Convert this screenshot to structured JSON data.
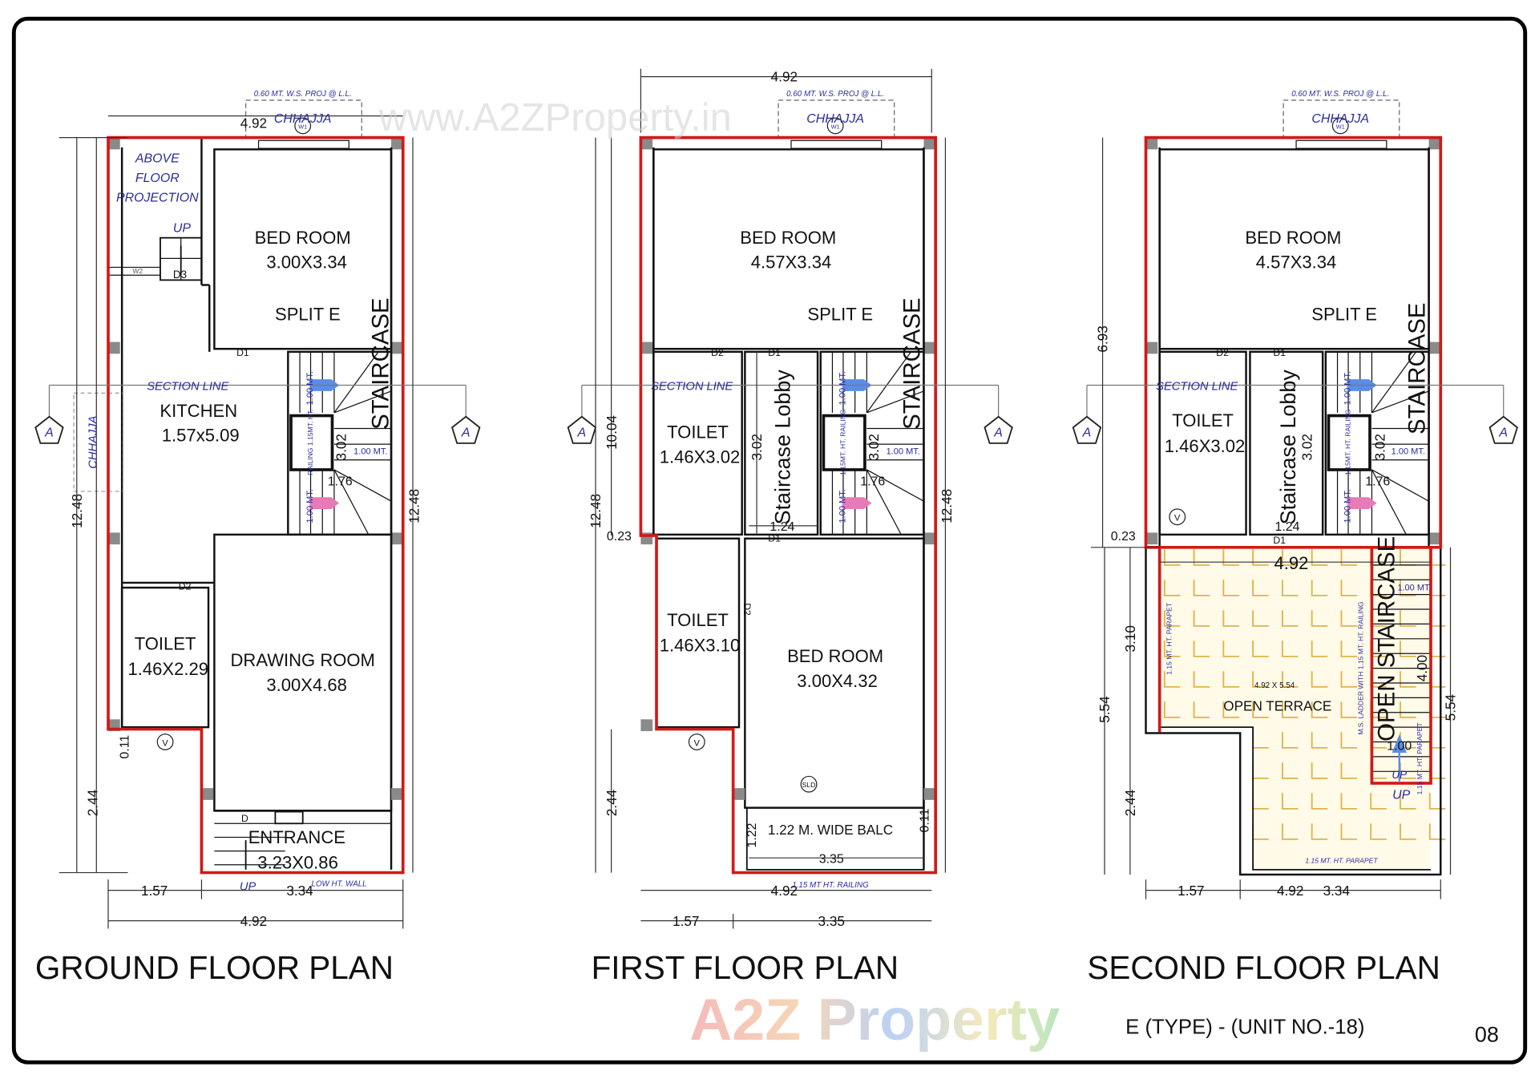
{
  "watermarks": {
    "site": "www.A2ZProperty.in",
    "brand": "A2Z Property"
  },
  "colors": {
    "outline": "#d01a1a",
    "wall": "#111111",
    "annotation": "#2a2aa0",
    "terrace_tile": "#e0b24a",
    "terrace_fill": "#fffbe8",
    "column": "#8a8a8a",
    "arrow_blue": "#5b8de6",
    "arrow_pink": "#e77bb8"
  },
  "plans": [
    {
      "title": "GROUND FLOOR PLAN",
      "labels": {
        "proj": "0.60 MT. W.S. PROJ @ L.L.",
        "chhajja": "CHHAJJA",
        "w1": "W1",
        "above1": "ABOVE",
        "above2": "FLOOR",
        "above3": "PROJECTION",
        "up_stairs": "UP",
        "d3": "D3",
        "w2": "W2",
        "bed_name": "BED ROOM",
        "bed_size": "3.00X3.34",
        "split": "SPLIT E",
        "staircase": "STAIRCASE",
        "section": "SECTION LINE",
        "kitchen_name": "KITCHEN",
        "kitchen_size": "1.57x5.09",
        "chhajja_side": "CHHAJJA",
        "toilet_name": "TOILET",
        "toilet_size": "1.46X2.29",
        "drawing_name": "DRAWING ROOM",
        "drawing_size": "3.00X4.68",
        "entrance_name": "ENTRANCE",
        "entrance_size": "3.23X0.86",
        "up_entry": "UP",
        "low_wall": "LOW HT. WALL",
        "d1": "D1",
        "d2": "D2",
        "d": "D",
        "v": "V",
        "railing": "RAILING 1.15MT. HT.",
        "landing1": "1.00 MT.",
        "landing2": "1.00 MT.",
        "landing3": "1.00 MT.",
        "dim_top": "4.92",
        "dim_left": "12.48",
        "dim_right": "12.48",
        "dim_011": "0.11",
        "dim_244": "2.44",
        "dim_157": "1.57",
        "dim_334": "3.34",
        "dim_bottom": "4.92",
        "dim_302": "3.02",
        "dim_176": "1.76",
        "sec_left": "A",
        "sec_right": "A"
      }
    },
    {
      "title": "FIRST FLOOR PLAN",
      "labels": {
        "dim_top": "4.92",
        "proj": "0.60 MT. W.S. PROJ @ L.L.",
        "chhajja": "CHHAJJA",
        "w1": "W1",
        "bed_name": "BED ROOM",
        "bed_size": "4.57X3.34",
        "split": "SPLIT E",
        "staircase": "STAIRCASE",
        "section": "SECTION LINE",
        "toilet1_name": "TOILET",
        "toilet1_size": "1.46X3.02",
        "lobby": "Staircase Lobby",
        "dim_302a": "3.02",
        "dim_302b": "3.02",
        "dim_124": "1.24",
        "dim_176": "1.76",
        "dim_1004": "10.04",
        "dim_left": "12.48",
        "dim_right": "12.48",
        "dim_023": "0.23",
        "railing": "1.15MT. HT. RAILING",
        "landing1": "1.00 MT.",
        "landing2": "1.00 MT.",
        "landing3": "1.00 MT.",
        "d1": "D1",
        "d2": "D2",
        "d1b": "D1",
        "d2b": "D2",
        "v": "V",
        "toilet2_name": "TOILET",
        "toilet2_size": "1.46X3.10",
        "bed2_name": "BED ROOM",
        "bed2_size": "3.00X4.32",
        "sld": "SLD",
        "balc": "1.22 M. WIDE BALC",
        "dim_122": "1.22",
        "dim_011": "0.11",
        "dim_335a": "3.35",
        "dim_244": "2.44",
        "dim_492b": "4.92",
        "balc_railing": "1.15 MT HT. RAILING",
        "dim_157": "1.57",
        "dim_335b": "3.35",
        "sec_left": "A",
        "sec_right": "A"
      }
    },
    {
      "title": "SECOND FLOOR PLAN",
      "labels": {
        "proj": "0.60 MT. W.S. PROJ @ L.L.",
        "chhajja": "CHHAJJA",
        "w1": "W1",
        "bed_name": "BED ROOM",
        "bed_size": "4.57X3.34",
        "split": "SPLIT E",
        "staircase": "STAIRCASE",
        "toilet_name": "TOILET",
        "toilet_size": "1.46X3.02",
        "section": "SECTION LINE",
        "lobby": "Staircase Lobby",
        "dim_302a": "3.02",
        "dim_302b": "3.02",
        "dim_124": "1.24",
        "dim_176": "1.76",
        "dim_693": "6.93",
        "dim_023": "0.23",
        "railing": "1.15MT. HT. RAILING",
        "landing1": "1.00 MT.",
        "landing2": "1.00 MT.",
        "landing3": "1.00 MT.",
        "d1": "D1",
        "d2": "D2",
        "d1b": "D1",
        "v": "V",
        "dim_492": "4.92",
        "dim_310": "3.10",
        "dim_554l": "5.54",
        "dim_554r": "5.54",
        "dim_244": "2.44",
        "terrace_name": "OPEN TERRACE",
        "terrace_size": "4.92 X 5.54",
        "open_stair": "OPEN STAIRCASE",
        "open_stair_landing": "1.00 MT.",
        "dim_400": "4.00",
        "dim_100": "1.00",
        "up1": "UP",
        "up2": "UP",
        "parapet_bottom": "1.15 MT. HT. PARAPET",
        "ladder": "M.S. LADDER WITH 1.15 MT. HT. RAILING",
        "parapet_left": "1.15 MT. HT. PARAPET",
        "parapet_right": "1.15 MT. HT. PARAPET",
        "dim_157": "1.57",
        "dim_492b": "4.92",
        "dim_334": "3.34",
        "sec_left": "A",
        "sec_right": "A"
      }
    }
  ],
  "footer": {
    "unit": "E (TYPE) - (UNIT NO.-18)",
    "page": "08"
  }
}
